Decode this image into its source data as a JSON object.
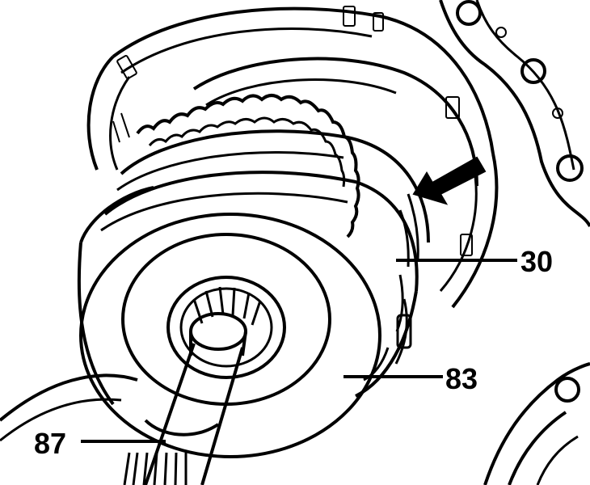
{
  "diagram": {
    "callouts": [
      {
        "id": "30",
        "label": "30"
      },
      {
        "id": "83",
        "label": "83"
      },
      {
        "id": "87",
        "label": "87"
      }
    ],
    "colors": {
      "ink": "#000000",
      "paper": "#ffffff"
    },
    "indicator": "arrow-pointer"
  }
}
